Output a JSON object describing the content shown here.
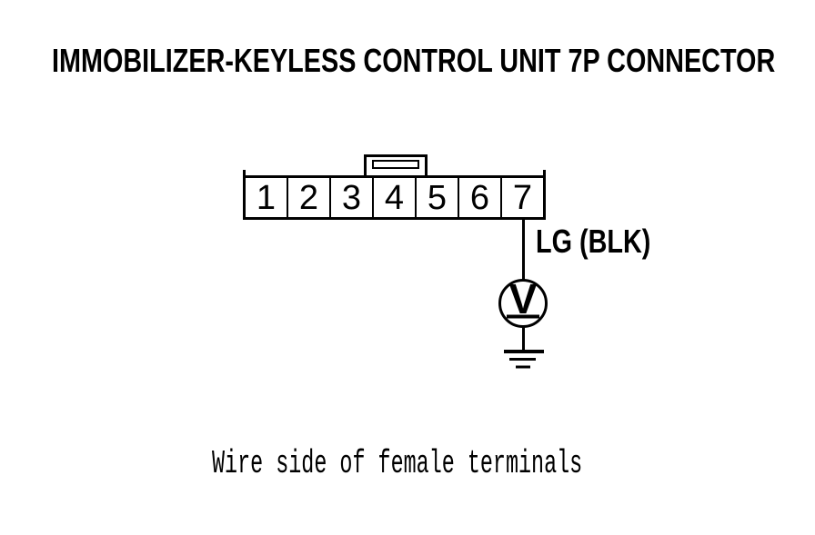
{
  "title": "IMMOBILIZER-KEYLESS CONTROL UNIT 7P CONNECTOR",
  "connector": {
    "pins": [
      "1",
      "2",
      "3",
      "4",
      "5",
      "6",
      "7"
    ]
  },
  "wire": {
    "label": "LG (BLK)"
  },
  "meter": {
    "symbol": "V"
  },
  "caption": "Wire side of female terminals",
  "colors": {
    "ink": "#000000",
    "background": "#ffffff"
  }
}
